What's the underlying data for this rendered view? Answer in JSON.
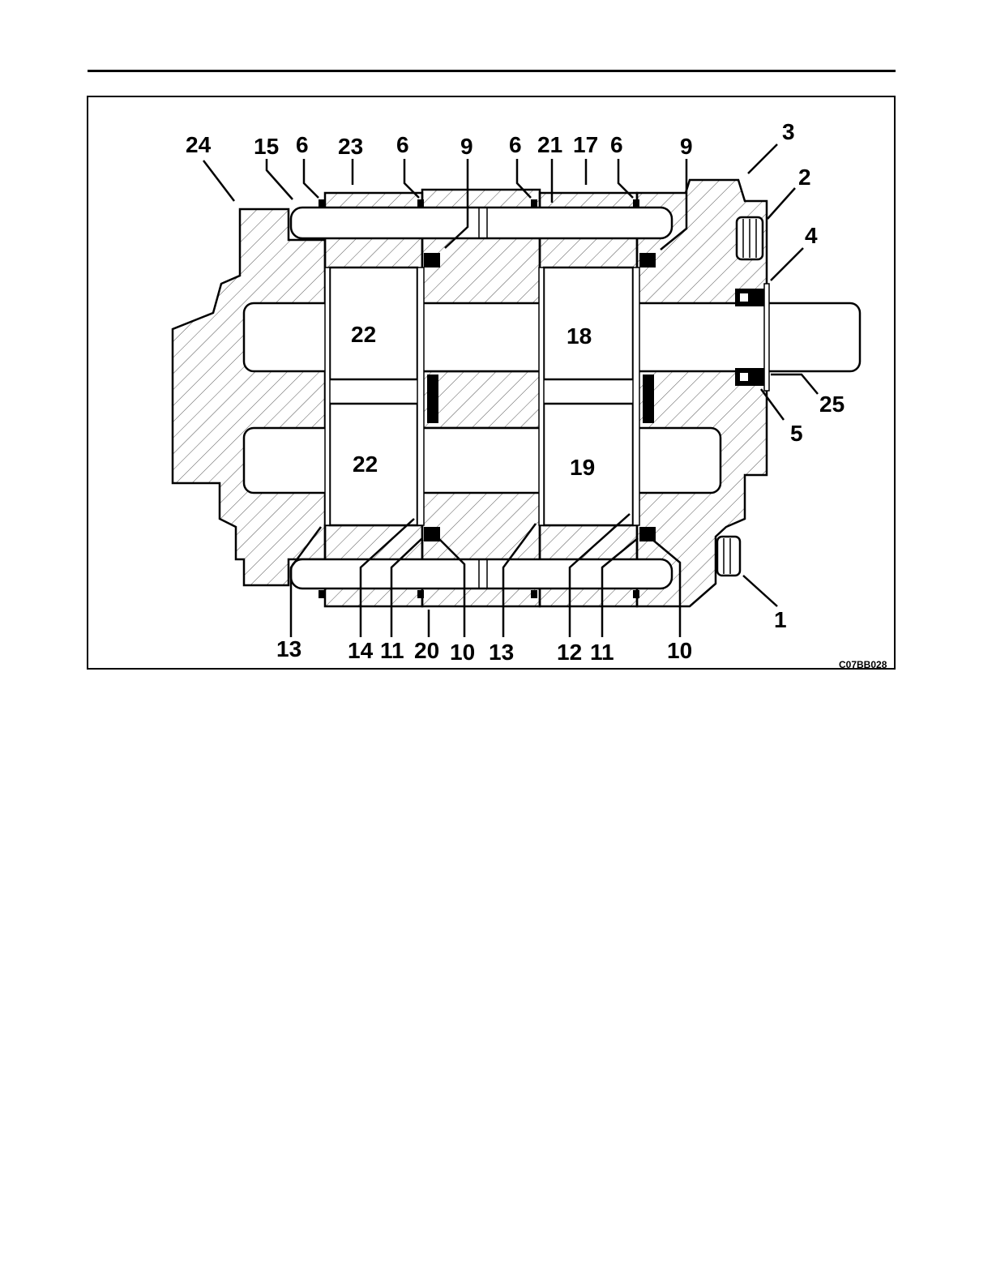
{
  "figure": {
    "code": "C07BB028",
    "gear_labels": {
      "top_left": "22",
      "bottom_left": "22",
      "top_right": "18",
      "bottom_right": "19"
    },
    "callouts": {
      "c24": "24",
      "c15": "15",
      "c6a": "6",
      "c23": "23",
      "c6b": "6",
      "c9a": "9",
      "c6c": "6",
      "c21": "21",
      "c17": "17",
      "c6d": "6",
      "c9b": "9",
      "c3": "3",
      "c2": "2",
      "c4": "4",
      "c25": "25",
      "c5": "5",
      "c1": "1",
      "c13a": "13",
      "c14": "14",
      "c11a": "11",
      "c20": "20",
      "c10a": "10",
      "c13b": "13",
      "c12": "12",
      "c11b": "11",
      "c10b": "10"
    }
  }
}
